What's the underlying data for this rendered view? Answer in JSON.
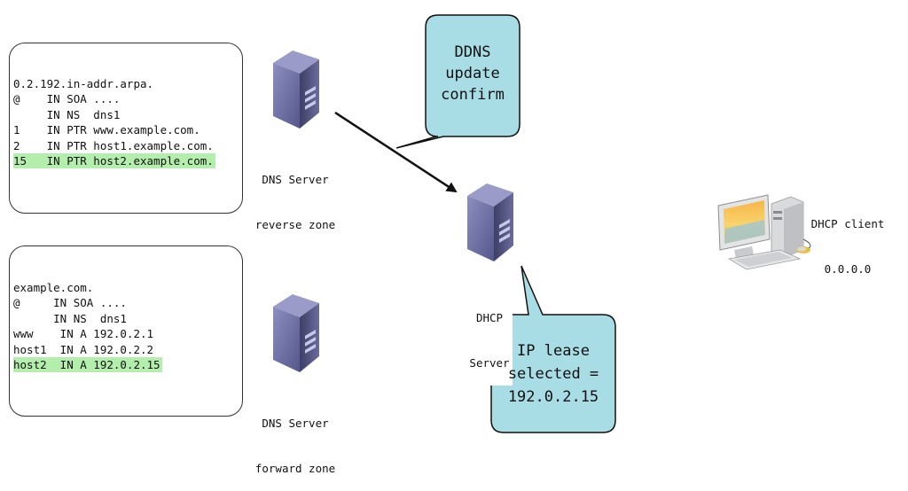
{
  "reverse_zone": {
    "lines": [
      "0.2.192.in-addr.arpa.",
      "@    IN SOA ....",
      "     IN NS  dns1",
      "1    IN PTR www.example.com.",
      "2    IN PTR host1.example.com.",
      "15   IN PTR host2.example.com."
    ]
  },
  "forward_zone": {
    "lines": [
      "example.com.",
      "@     IN SOA ....",
      "      IN NS  dns1",
      "www    IN A 192.0.2.1",
      "host1  IN A 192.0.2.2",
      "host2  IN A 192.0.2.15"
    ]
  },
  "nodes": {
    "dns_reverse": [
      "DNS Server",
      "reverse zone"
    ],
    "dns_forward": [
      "DNS Server",
      "forward zone"
    ],
    "dhcp_server": [
      "DHCP",
      "Server"
    ],
    "dhcp_client": [
      "DHCP client",
      "0.0.0.0"
    ]
  },
  "callouts": {
    "ddns": [
      "DDNS",
      "update",
      "confirm"
    ],
    "lease": [
      "IP lease",
      "selected =",
      "192.0.2.15"
    ]
  },
  "colors": {
    "highlight": "#b4eeac",
    "callout_fill": "#a8dde5",
    "server_body": "#5e5f8e"
  }
}
